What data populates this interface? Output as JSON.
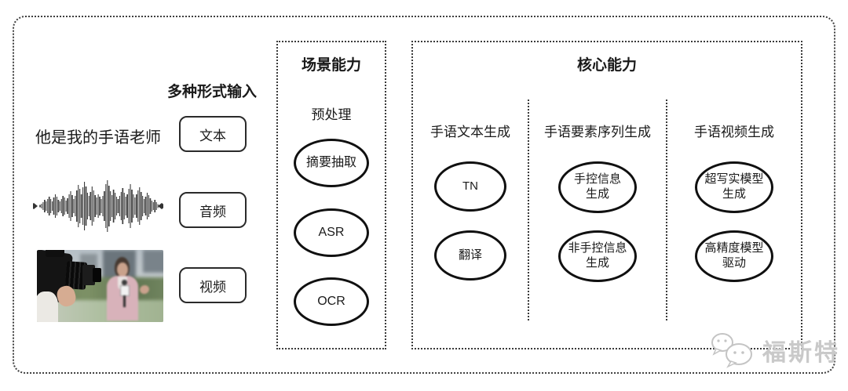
{
  "input_section": {
    "title": "多种形式输入",
    "sample_text": "他是我的手语老师",
    "types": [
      {
        "label": "文本"
      },
      {
        "label": "音频"
      },
      {
        "label": "视频"
      }
    ],
    "audio_icon": "audio-waveform-icon",
    "video_icon": "news-interview-photo"
  },
  "scene_panel": {
    "title": "场景能力",
    "subtitle": "预处理",
    "items": [
      "摘要抽取",
      "ASR",
      "OCR"
    ]
  },
  "core_panel": {
    "title": "核心能力",
    "columns": [
      {
        "header": "手语文本生成",
        "items": [
          "TN",
          "翻译"
        ]
      },
      {
        "header": "手语要素序列生成",
        "items": [
          "手控信息\n生成",
          "非手控信息\n生成"
        ]
      },
      {
        "header": "手语视频生成",
        "items": [
          "超写实模型\n生成",
          "高精度模型\n驱动"
        ]
      }
    ]
  },
  "watermark": {
    "text": "福斯特",
    "icon": "wechat-bubbles-icon",
    "color": "#c9c9c9"
  },
  "colors": {
    "border": "#3f3f3f",
    "ellipse_border": "#101010",
    "text": "#1a1a1a",
    "background": "#ffffff"
  }
}
